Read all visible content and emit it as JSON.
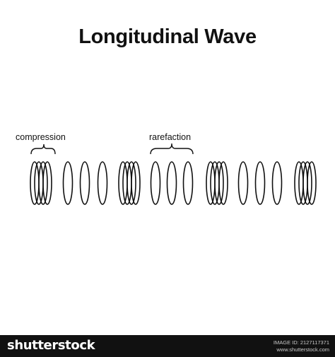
{
  "title": "Longitudinal Wave",
  "labels": {
    "compression": "compression",
    "rarefaction": "rarefaction"
  },
  "footer": {
    "brand": "shutterstock",
    "image_id": "IMAGE ID: 2127117371",
    "site": "www.shutterstock.com"
  },
  "colors": {
    "background": "#ffffff",
    "line": "#111111",
    "footer_bg": "#111111",
    "footer_text": "#ffffff"
  },
  "wave": {
    "pattern": [
      "compression",
      "rarefaction",
      "compression",
      "rarefaction",
      "compression",
      "rarefaction",
      "compression"
    ]
  }
}
